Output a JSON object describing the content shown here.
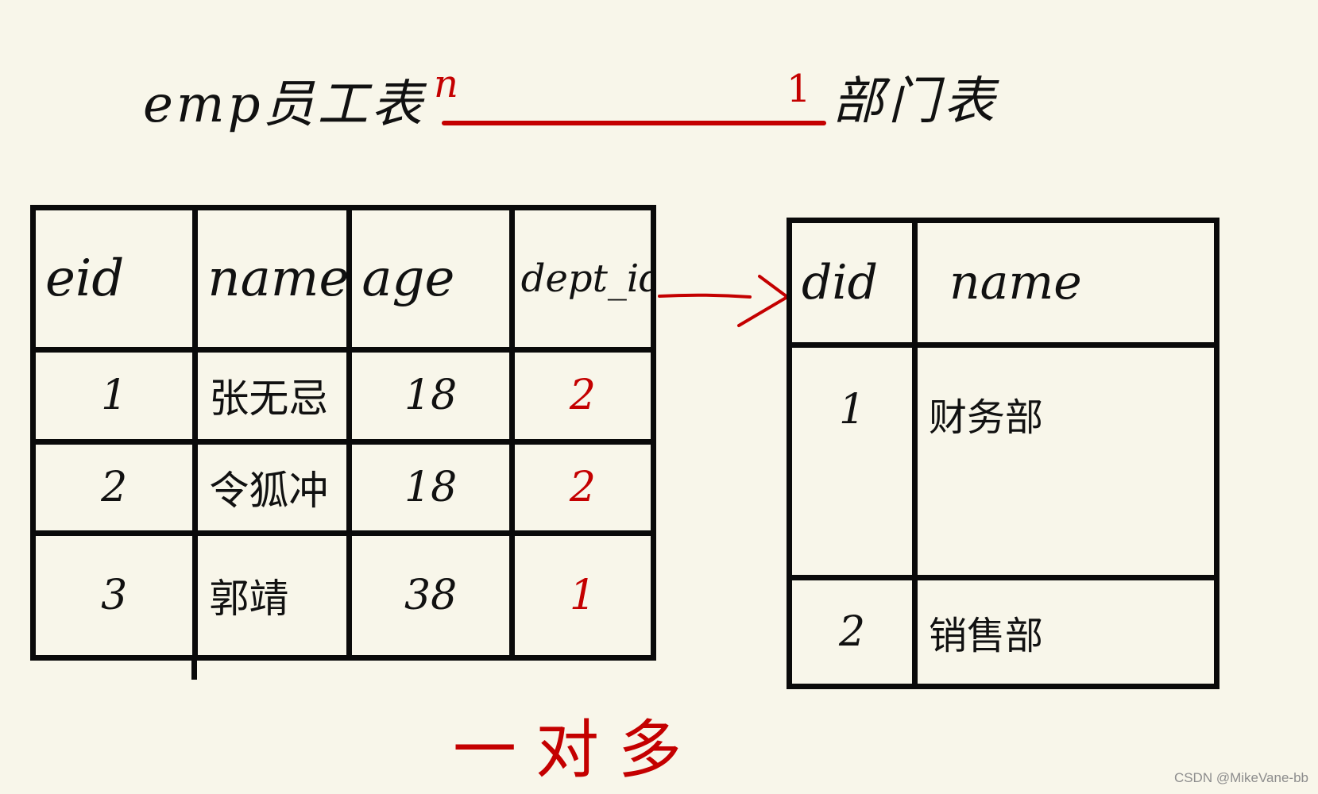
{
  "relation": {
    "left_table": "emp员工表",
    "left_cardinality": "n",
    "right_cardinality": "1",
    "right_table": "部门表"
  },
  "emp_table": {
    "headers": [
      "eid",
      "name",
      "age",
      "dept_id"
    ],
    "rows": [
      [
        "1",
        "张无忌",
        "18",
        "2"
      ],
      [
        "2",
        "令狐冲",
        "18",
        "2"
      ],
      [
        "3",
        "郭靖",
        "38",
        "1"
      ]
    ]
  },
  "dept_table": {
    "headers": [
      "did",
      "name"
    ],
    "rows": [
      [
        "1",
        "财务部"
      ],
      [
        "2",
        "销售部"
      ]
    ]
  },
  "caption": "一对多",
  "watermark": "CSDN @MikeVane-bb",
  "colors": {
    "background": "#f8f6ea",
    "ink": "#0a0a0a",
    "accent_red": "#c40000"
  }
}
